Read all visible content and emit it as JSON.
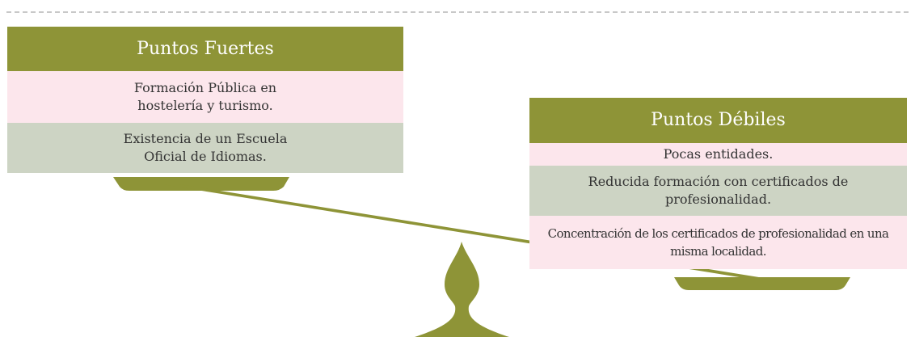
{
  "colors": {
    "olive": "#8e9437",
    "pink_row": "#fce6ec",
    "green_row": "#cdd4c4",
    "text": "#333333"
  },
  "strengths": {
    "title": "Puntos Fuertes",
    "items": [
      "Formación Pública en hostelería y turismo.",
      "Existencia de un Escuela Oficial de Idiomas."
    ]
  },
  "weaknesses": {
    "title": "Puntos Débiles",
    "items": [
      "Pocas entidades.",
      "Reducida formación con certificados de profesionalidad.",
      "Concentración de los certificados de profesionalidad en una misma localidad."
    ]
  }
}
